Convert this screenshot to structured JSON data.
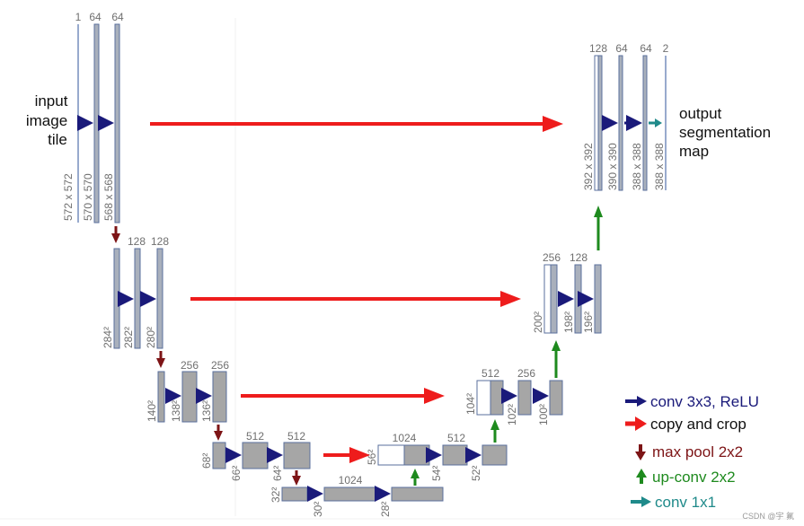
{
  "diagram": {
    "input_label": [
      "input",
      "image",
      "tile"
    ],
    "output_label": [
      "output",
      "segmentation",
      "map"
    ],
    "encoder": {
      "level1": {
        "channels": [
          "1",
          "64",
          "64"
        ],
        "sizes": [
          "572 x 572",
          "570 x 570",
          "568 x 568"
        ]
      },
      "level2": {
        "channels": [
          "128",
          "128"
        ],
        "sizes": [
          "284²",
          "282²",
          "280²"
        ]
      },
      "level3": {
        "channels": [
          "256",
          "256"
        ],
        "sizes": [
          "140²",
          "138²",
          "136²"
        ]
      },
      "level4": {
        "channels": [
          "512",
          "512"
        ],
        "sizes": [
          "68²",
          "66²",
          "64²"
        ]
      },
      "bottleneck": {
        "channels": [
          "1024"
        ],
        "sizes": [
          "32²",
          "30²",
          "28²"
        ]
      }
    },
    "decoder": {
      "level4": {
        "channels": [
          "1024",
          "512"
        ],
        "sizes": [
          "56²",
          "54²",
          "52²"
        ]
      },
      "level3": {
        "channels": [
          "512",
          "256"
        ],
        "sizes": [
          "104²",
          "102²",
          "100²"
        ]
      },
      "level2": {
        "channels": [
          "256",
          "128"
        ],
        "sizes": [
          "200²",
          "198²",
          "196²"
        ]
      },
      "level1": {
        "channels": [
          "128",
          "64",
          "64",
          "2"
        ],
        "sizes": [
          "392 x 392",
          "390 x 390",
          "388 x 388",
          "388 x 388"
        ]
      }
    }
  },
  "legend": {
    "conv": "conv 3x3, ReLU",
    "copy": "copy and crop",
    "pool": "max pool 2x2",
    "upconv": "up-conv 2x2",
    "conv1x1": "conv 1x1"
  },
  "colors": {
    "conv": "#1a1a7a",
    "copy": "#ee1c1c",
    "pool": "#7d1416",
    "upconv": "#1e8a1e",
    "conv1x1": "#1f8a8a",
    "map": "#a6a6a6"
  },
  "watermark": "CSDN @宇 氟"
}
